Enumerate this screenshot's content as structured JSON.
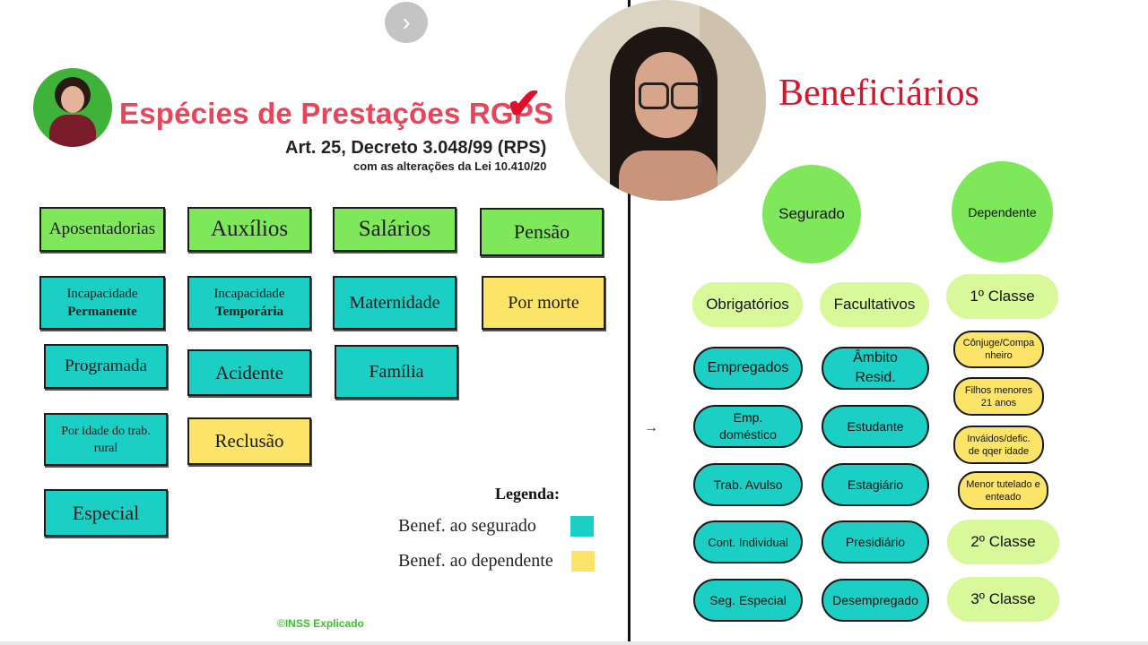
{
  "left": {
    "title": "Espécies de Prestações RGPS",
    "check": "✔",
    "subtitle": "Art. 25,  Decreto 3.048/99 (RPS)",
    "note": "com  as alterações da Lei 10.410/20",
    "boxes": {
      "aposentadorias": "Aposentadorias",
      "auxilios": "Auxílios",
      "salarios": "Salários",
      "pensao": "Pensão",
      "incap_perm_1": "Incapacidade",
      "incap_perm_2": "Permanente",
      "incap_temp_1": "Incapacidade",
      "incap_temp_2": "Temporária",
      "maternidade": "Maternidade",
      "por_morte": "Por morte",
      "programada": "Programada",
      "acidente": "Acidente",
      "familia": "Família",
      "por_idade": "Por idade do trab. rural",
      "reclusao": "Reclusão",
      "especial": "Especial"
    },
    "legend": {
      "title": "Legenda:",
      "segurado": "Benef. ao segurado",
      "dependente": "Benef. ao dependente"
    },
    "credit": "©INSS Explicado"
  },
  "right": {
    "title": "Beneficiários",
    "segurado": "Segurado",
    "dependente": "Dependente",
    "obrigatorios": "Obrigatórios",
    "facultativos": "Facultativos",
    "classe1": "1º Classe",
    "classe2": "2º Classe",
    "classe3": "3º Classe",
    "obrig_items": [
      "Empregados",
      "Emp. doméstico",
      "Trab. Avulso",
      "Cont. Individual",
      "Seg. Especial"
    ],
    "facult_items": [
      "Âmbito Resid.",
      "Estudante",
      "Estagiário",
      "Presidiário",
      "Desempregado"
    ],
    "class1_items": [
      "Cônjuge/Companheiro",
      "Filhos menores 21 anos",
      "Inváidos/defic. de qqer idade",
      "Menor tutelado e enteado"
    ],
    "arrow": "→"
  },
  "nav": {
    "next": "›"
  },
  "colors": {
    "green": "#7ee85a",
    "teal": "#1ccfc4",
    "yellow": "#fbe468",
    "title_red": "#e8445a",
    "light_green": "#d8f89a"
  }
}
